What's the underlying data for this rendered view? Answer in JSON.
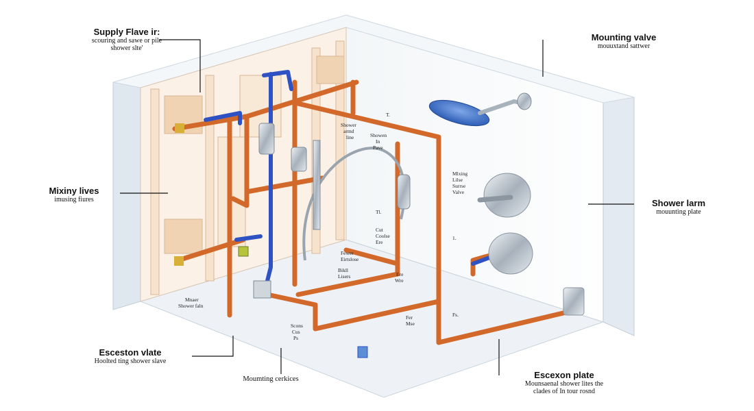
{
  "callouts": {
    "supply_valve": {
      "title": "Supply Flave ir:",
      "sub1": "scouring and sawe or pile",
      "sub2": "shower slte'"
    },
    "mounting_valve": {
      "title": "Mounting valve",
      "sub1": "mouuxtand sattwer"
    },
    "mixing_lines": {
      "title": "Mixiny lives",
      "sub1": "imusing fiures"
    },
    "shower_arm": {
      "title": "Shower larm",
      "sub1": "mouunting plate"
    },
    "escutcheon_left": {
      "title": "Esceston vlate",
      "sub1": "Hoolted ting shower slave"
    },
    "mounting_services": {
      "title": "Moumting cerkices"
    },
    "escutcheon_right": {
      "title": "Escexon plate",
      "sub1": "Mounsaenal shower lites the",
      "sub2": "clades of In tour rosnd"
    }
  },
  "inner_labels": {
    "shower_arm": [
      "Shower",
      "armd",
      "line"
    ],
    "shower_valve": [
      "Showen",
      "In",
      "Pave"
    ],
    "mixing_valve": [
      "Mlxing",
      "Lilse",
      "Surrse",
      "Valve"
    ],
    "cut_label": [
      "Cut",
      "Coolse",
      "Ere"
    ],
    "water_line": [
      "Fewer",
      "Eirtslose"
    ],
    "ball_label": [
      "Bikll",
      "Lisers"
    ],
    "master_label": [
      "Mnaer",
      "Shower faln"
    ],
    "bottom_label": [
      "Scons",
      "Cus",
      "Ps"
    ],
    "drain_label": [
      "Ere",
      "Wre"
    ],
    "side_label": [
      "Fer",
      "Mse"
    ],
    "marker_t": "T.",
    "marker_1": "1.",
    "marker_fs": "Fs.",
    "marker_11": "Tl."
  },
  "colors": {
    "copper": "#d2692a",
    "pex_blue": "#2e52c4",
    "chrome": "#a8b2bc",
    "wall": "#ffffff",
    "framing": "#f6e2cd"
  }
}
